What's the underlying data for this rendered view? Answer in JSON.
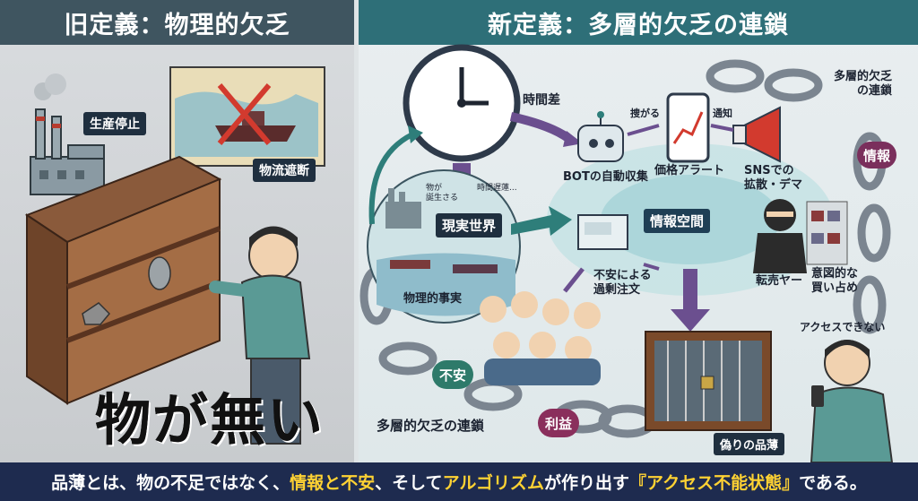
{
  "left_panel": {
    "title": "旧定義：物理的欠乏",
    "label_production_stop": "生産停止",
    "label_logistics_block": "物流遮断",
    "big_text": "物が無い"
  },
  "right_panel": {
    "title": "新定義：多層的欠乏の連鎖",
    "label_time_gap": "時間差",
    "label_bot": "BOTの自動収集",
    "label_detect": "捜がる",
    "label_price_alert": "価格アラート",
    "label_notify": "通知",
    "label_sns": "SNSでの\n拡散・デマ",
    "label_info_space": "情報空間",
    "label_real_world": "現実世界",
    "label_physical_fact": "物理的事実",
    "label_small_1": "物が\n誕生さる",
    "label_small_2": "時間遅蓮...",
    "label_anxiety_order": "不安による\n過剰注文",
    "label_reseller": "転売ヤー",
    "label_hoarding": "意図的な\n買い占め",
    "label_no_access": "アクセスできない",
    "label_chain_top": "多層的欠乏\nの連鎖",
    "label_info": "情報",
    "label_anxiety": "不安",
    "label_profit": "利益",
    "label_chain_bottom": "多層的欠乏の連鎖",
    "label_fake_shortage": "偽りの品薄"
  },
  "footer": {
    "part1": "品薄とは、物の不足ではなく、",
    "highlight1": "情報と不安",
    "part2": "、そして",
    "highlight2": "アルゴリズム",
    "part3": "が作り出す",
    "highlight3": "『アクセス不能状態』",
    "part4": "である。"
  },
  "colors": {
    "left_header": "#3f5560",
    "right_header": "#2e6f78",
    "footer_bg": "#1e2b4f",
    "footer_highlight": "#ffd233",
    "arrow_purple": "#6b4f8f",
    "arrow_teal": "#2e7e7a",
    "pill_info": "#7a2f5c",
    "pill_anxiety": "#2e7a6a",
    "pill_profit": "#8a2f5c"
  }
}
